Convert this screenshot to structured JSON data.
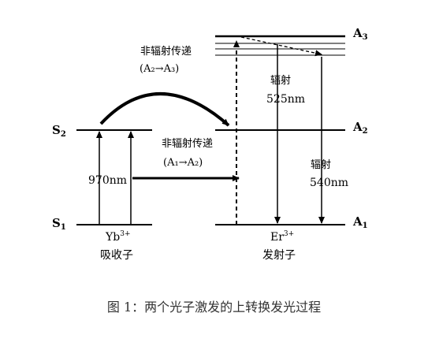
{
  "diagram": {
    "left_levels": {
      "s2": "S",
      "s2_sub": "2",
      "s1": "S",
      "s1_sub": "1"
    },
    "right_levels": {
      "a3": "A",
      "a3_sub": "3",
      "a2": "A",
      "a2_sub": "2",
      "a1": "A",
      "a1_sub": "1"
    },
    "transfer_top": {
      "label": "非辐射传递",
      "sub": "(A₂→A₃)"
    },
    "transfer_mid": {
      "label": "非辐射传递",
      "sub": "(A₁→A₂)"
    },
    "excitation": {
      "wavelength": "970nm"
    },
    "emission_525": {
      "label": "辐射",
      "wavelength": "525nm"
    },
    "emission_540": {
      "label": "辐射",
      "wavelength": "540nm"
    },
    "sensitizer": {
      "ion": "Yb",
      "charge": "3+",
      "role": "吸收子"
    },
    "activator": {
      "ion": "Er",
      "charge": "3+",
      "role": "发射子"
    }
  },
  "caption": "图 1：两个光子激发的上转换发光过程"
}
